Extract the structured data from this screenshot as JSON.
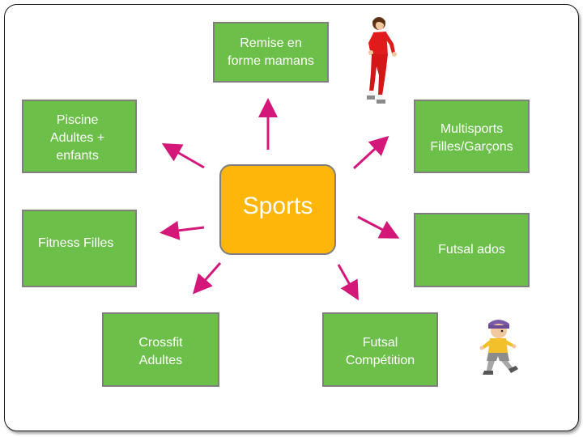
{
  "diagram": {
    "center": {
      "label": "Sports"
    },
    "nodes": [
      {
        "id": "remise-en-forme",
        "label": "Remise en\nforme mamans"
      },
      {
        "id": "piscine",
        "label": "Piscine\nAdultes +\nenfants"
      },
      {
        "id": "multisports",
        "label": "Multisports\nFilles/Garçons"
      },
      {
        "id": "fitness",
        "label": "Fitness Filles"
      },
      {
        "id": "futsal-ados",
        "label": "Futsal ados"
      },
      {
        "id": "crossfit",
        "label": "Crossfit\nAdultes"
      },
      {
        "id": "futsal-competition",
        "label": "Futsal\nCompétition"
      }
    ],
    "colors": {
      "node_fill": "#6cc04a",
      "center_fill": "#ffb60a",
      "arrow": "#d4187a",
      "text": "#ffffff"
    },
    "illustrations": [
      "running-woman-icon",
      "soccer-boy-icon"
    ]
  }
}
